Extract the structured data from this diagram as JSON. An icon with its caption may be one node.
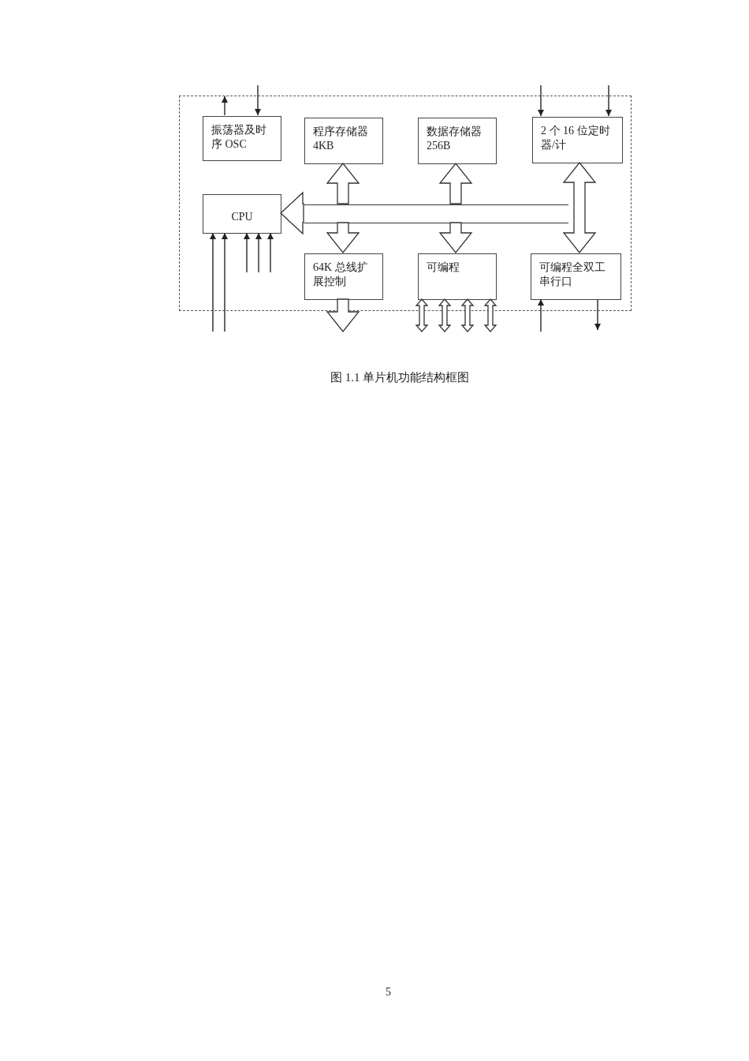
{
  "diagram": {
    "caption": "图 1.1 单片机功能结构框图",
    "nodes": [
      {
        "text": [],
        "shape": "box"
      },
      {
        "text": [
          "振荡器及时序 OSC"
        ],
        "in": 0
      },
      {
        "text": [
          "程序存储器 4KB"
        ],
        "in": 0
      },
      {
        "text": [
          "数据存储器 256B"
        ],
        "in": 0
      },
      {
        "text": [
          "2 个 16 位定时器/计"
        ],
        "in": 0
      },
      {
        "text": [
          "CPU"
        ],
        "in": 0
      },
      {
        "text": [
          "64K 总线扩展控制"
        ],
        "in": 0
      },
      {
        "text": [
          "可编程"
        ],
        "in": 0
      },
      {
        "text": [
          "可编程全双工串行口"
        ],
        "in": 0
      },
      {
        "text": [],
        "shape": "bar",
        "in": 0
      }
    ],
    "edges": [
      {
        "from": 9,
        "to": 2,
        "arrow": "to",
        "style": "thick"
      },
      {
        "from": 9,
        "to": 6,
        "arrow": "to",
        "style": "thick"
      },
      {
        "from": 9,
        "to": 3,
        "arrow": "to",
        "style": "thick"
      },
      {
        "from": 9,
        "to": 7,
        "arrow": "to",
        "style": "thick"
      },
      {
        "from": 4,
        "to": 8,
        "arrow": "both",
        "style": "thick"
      },
      {
        "from": 9,
        "to": 5,
        "arrow": "to",
        "style": "thick"
      },
      {
        "from": 1,
        "to": null,
        "arrow": "to"
      },
      {
        "from": null,
        "to": 1,
        "arrow": "to"
      },
      {
        "from": null,
        "to": 4,
        "arrow": "to"
      },
      {
        "from": null,
        "to": 4,
        "arrow": "to"
      },
      {
        "from": null,
        "to": 5,
        "arrow": "to"
      },
      {
        "from": null,
        "to": 5,
        "arrow": "to"
      },
      {
        "from": null,
        "to": 5,
        "arrow": "to"
      },
      {
        "from": null,
        "to": 5,
        "arrow": "to"
      },
      {
        "from": null,
        "to": 5,
        "arrow": "to"
      },
      {
        "from": 6,
        "to": null,
        "arrow": "to",
        "style": "thick"
      },
      {
        "from": 7,
        "to": null,
        "arrow": "both",
        "style": "thick"
      },
      {
        "from": 7,
        "to": null,
        "arrow": "both",
        "style": "thick"
      },
      {
        "from": 7,
        "to": null,
        "arrow": "both",
        "style": "thick"
      },
      {
        "from": 7,
        "to": null,
        "arrow": "both",
        "style": "thick"
      },
      {
        "from": null,
        "to": 8,
        "arrow": "to"
      },
      {
        "from": 8,
        "to": null,
        "arrow": "to"
      }
    ],
    "labels": [
      "5"
    ]
  }
}
